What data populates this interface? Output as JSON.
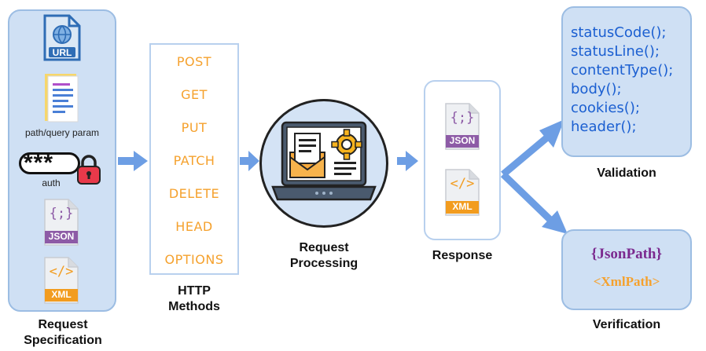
{
  "request_spec": {
    "url_label": "URL",
    "path_query_label": "path/query param",
    "auth_masked": "***",
    "auth_label": "auth",
    "json_symbol": "{;}",
    "json_label": "JSON",
    "xml_symbol": "</>",
    "xml_label": "XML",
    "caption_line1": "Request",
    "caption_line2": "Specification"
  },
  "http_methods": {
    "items": [
      "POST",
      "GET",
      "PUT",
      "PATCH",
      "DELETE",
      "HEAD",
      "OPTIONS"
    ],
    "caption_line1": "HTTP",
    "caption_line2": "Methods"
  },
  "processing": {
    "caption_line1": "Request",
    "caption_line2": "Processing"
  },
  "response": {
    "json_symbol": "{;}",
    "json_label": "JSON",
    "xml_symbol": "</>",
    "xml_label": "XML",
    "caption": "Response"
  },
  "validation": {
    "items": [
      "statusCode();",
      "statusLine();",
      "contentType();",
      "body();",
      "cookies();",
      "header();"
    ],
    "caption": "Validation"
  },
  "verification": {
    "json_path": "{JsonPath}",
    "xml_path": "<XmlPath>",
    "caption": "Verification"
  },
  "colors": {
    "panel_fill": "#cfe0f4",
    "panel_border": "#9cbde3",
    "arrow": "#6d9ee4",
    "method_text": "#f5a12d",
    "validation_text": "#1b5fd1",
    "jsonpath_text": "#7b2a8f",
    "xmlpath_text": "#f5a12d",
    "json_badge": "#8d5ba6",
    "xml_badge": "#f29c1f"
  }
}
